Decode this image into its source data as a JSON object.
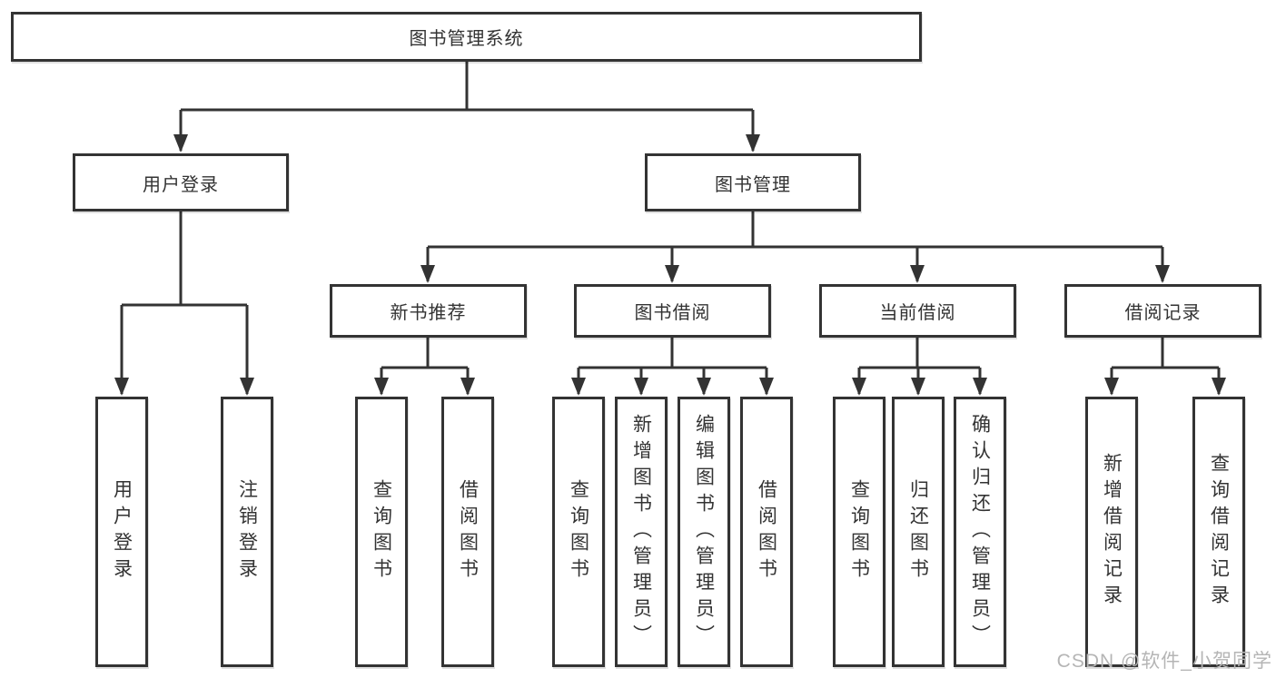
{
  "diagram": {
    "root": "图书管理系统",
    "level2": {
      "user_login": "用户登录",
      "book_management": "图书管理"
    },
    "level3": {
      "new_book_recommend": "新书推荐",
      "book_borrowing": "图书借阅",
      "current_borrowing": "当前借阅",
      "borrowing_records": "借阅记录"
    },
    "leaves": {
      "user_login": [
        "用户登录",
        "注销登录"
      ],
      "new_book_recommend": [
        "查询图书",
        "借阅图书"
      ],
      "book_borrowing": [
        "查询图书",
        "新增图书（管理员）",
        "编辑图书（管理员）",
        "借阅图书"
      ],
      "current_borrowing": [
        "查询图书",
        "归还图书",
        "确认归还（管理员）"
      ],
      "borrowing_records": [
        "新增借阅记录",
        "查询借阅记录"
      ]
    }
  },
  "watermark": "CSDN @软件_小贺同学",
  "colors": {
    "line": "#333333",
    "text": "#333333",
    "box_background": "#ffffff",
    "watermark": "#b5b5b5"
  }
}
